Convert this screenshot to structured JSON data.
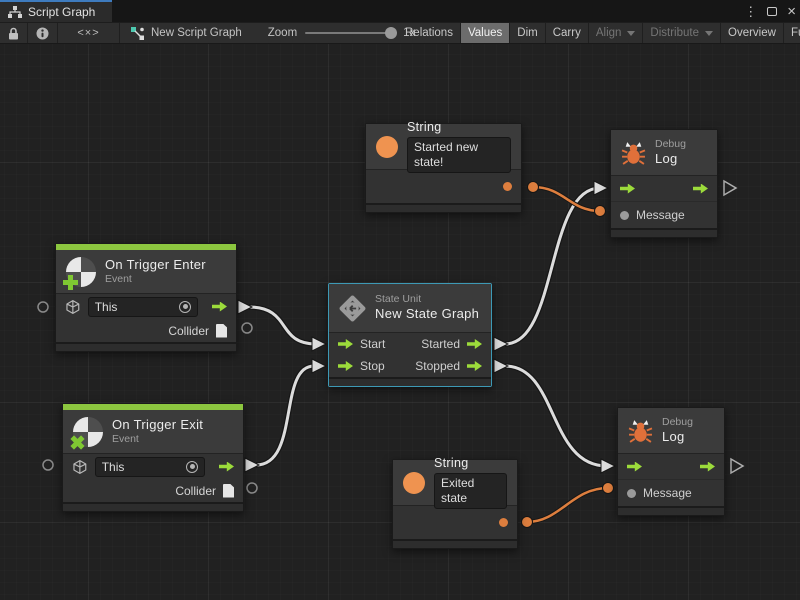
{
  "tab_bar": {
    "tab_label": "Script Graph"
  },
  "window_controls": {
    "menu_glyph": "⋮",
    "close_glyph": "×"
  },
  "toolbar": {
    "code_icon_glyph": "<×>",
    "graph_name": "New Script Graph",
    "zoom_label": "Zoom",
    "zoom_value": "1x",
    "relations": "Relations",
    "values": "Values",
    "dim": "Dim",
    "carry": "Carry",
    "align": "Align",
    "distribute": "Distribute",
    "overview": "Overview",
    "fullscreen": "Full Screen"
  },
  "graph": {
    "nodes": {
      "string_top": {
        "title": "String",
        "value": "Started new state!"
      },
      "debug_top": {
        "kind": "Debug",
        "title": "Log",
        "message": "Message"
      },
      "trigger_enter": {
        "title": "On Trigger Enter",
        "subtitle": "Event",
        "target_value": "This",
        "output_label": "Collider"
      },
      "state_unit": {
        "kind": "State Unit",
        "title": "New State Graph",
        "start": "Start",
        "stop": "Stop",
        "started": "Started",
        "stopped": "Stopped"
      },
      "trigger_exit": {
        "title": "On Trigger Exit",
        "subtitle": "Event",
        "target_value": "This",
        "output_label": "Collider"
      },
      "string_bottom": {
        "title": "String",
        "value": "Exited state"
      },
      "debug_bottom": {
        "kind": "Debug",
        "title": "Log",
        "message": "Message"
      }
    }
  },
  "colors": {
    "flow_green": "#9cdb3b",
    "value_orange": "#dd7e3e",
    "event_green": "#8cc63f",
    "selection_blue": "#3d99b5",
    "wire_white": "#dcdcdc",
    "tab_accent_blue": "#3e7bbe"
  }
}
